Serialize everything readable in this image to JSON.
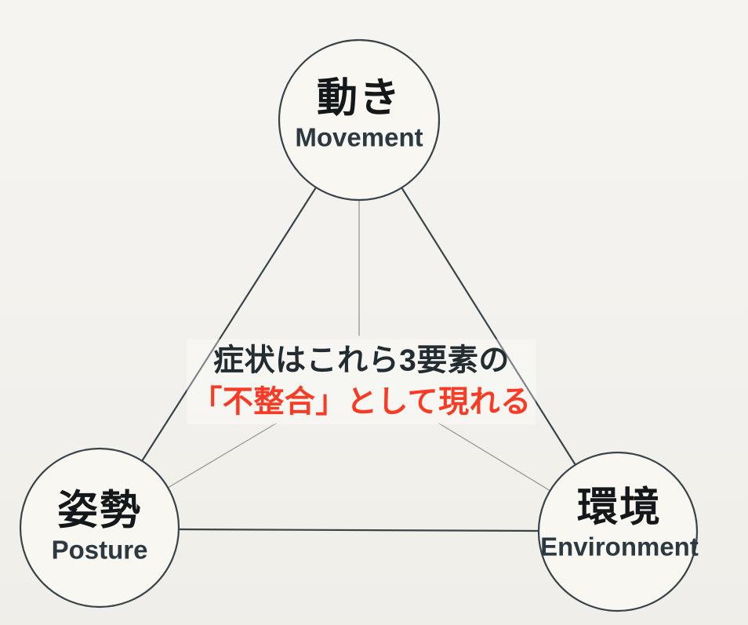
{
  "theme": {
    "background": "#f3f1ec",
    "circle_fill": "#f8f7f2",
    "line_color": "#39434a",
    "thin_line_color": "#97968f",
    "kanji_color": "#15181a",
    "english_color": "#2c3940",
    "caption_color": "#222c31",
    "accent_red": "#f93a24"
  },
  "nodes": [
    {
      "id": "movement",
      "kanji": "動き",
      "english": "Movement"
    },
    {
      "id": "posture",
      "kanji": "姿勢",
      "english": "Posture"
    },
    {
      "id": "environment",
      "kanji": "環境",
      "english": "Environment"
    }
  ],
  "center_caption": {
    "line1": "症状はこれら3要素の",
    "line2": "「不整合」として現れる"
  }
}
